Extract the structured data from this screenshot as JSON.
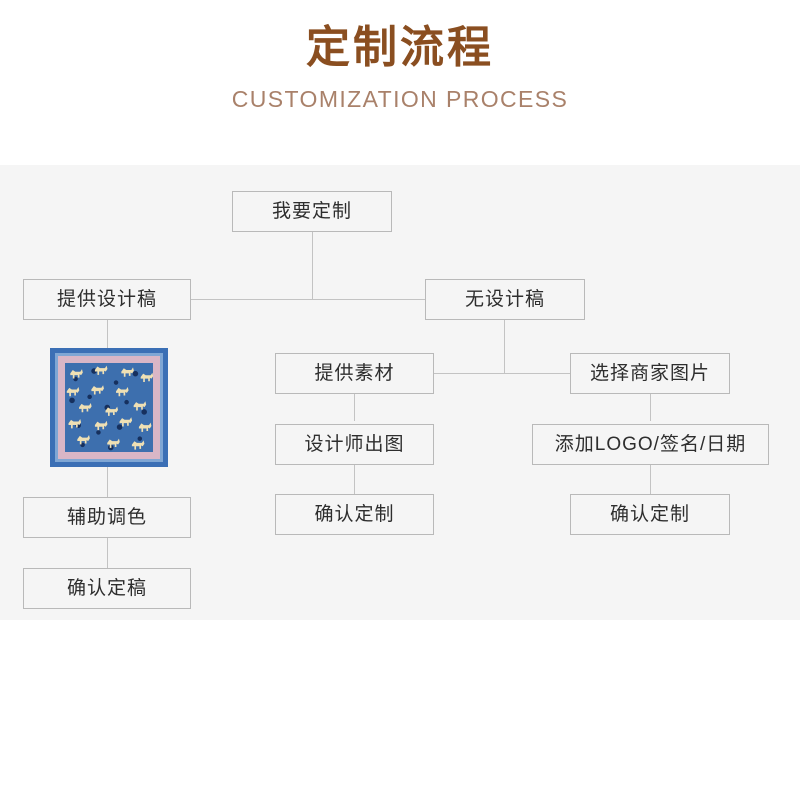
{
  "header": {
    "title_cn": "定制流程",
    "title_en": "CUSTOMIZATION PROCESS",
    "title_color": "#8a4e20",
    "subtitle_color": "#a9816a"
  },
  "panel": {
    "background_color": "#f5f5f5",
    "connector_color": "#c3c3c3",
    "node_border_color": "#b9b9b9",
    "node_text_color": "#2e2e2e"
  },
  "flow": {
    "nodes": [
      {
        "id": "start",
        "label": "我要定制"
      },
      {
        "id": "have-design",
        "label": "提供设计稿"
      },
      {
        "id": "no-design",
        "label": "无设计稿"
      },
      {
        "id": "provide-assets",
        "label": "提供素材"
      },
      {
        "id": "choose-image",
        "label": "选择商家图片"
      },
      {
        "id": "designer-draft",
        "label": "设计师出图"
      },
      {
        "id": "add-logo",
        "label": "添加LOGO/签名/日期"
      },
      {
        "id": "confirm-mid",
        "label": "确认定制"
      },
      {
        "id": "confirm-right",
        "label": "确认定制"
      },
      {
        "id": "color-assist",
        "label": "辅助调色"
      },
      {
        "id": "confirm-final",
        "label": "确认定稿"
      }
    ]
  },
  "thumbnail": {
    "name": "scarf-preview",
    "frame_color": "#3b6fb5",
    "band_color": "#d9b6c6",
    "field_color": "#3d6fae",
    "motif_color": "#efe0b4"
  }
}
